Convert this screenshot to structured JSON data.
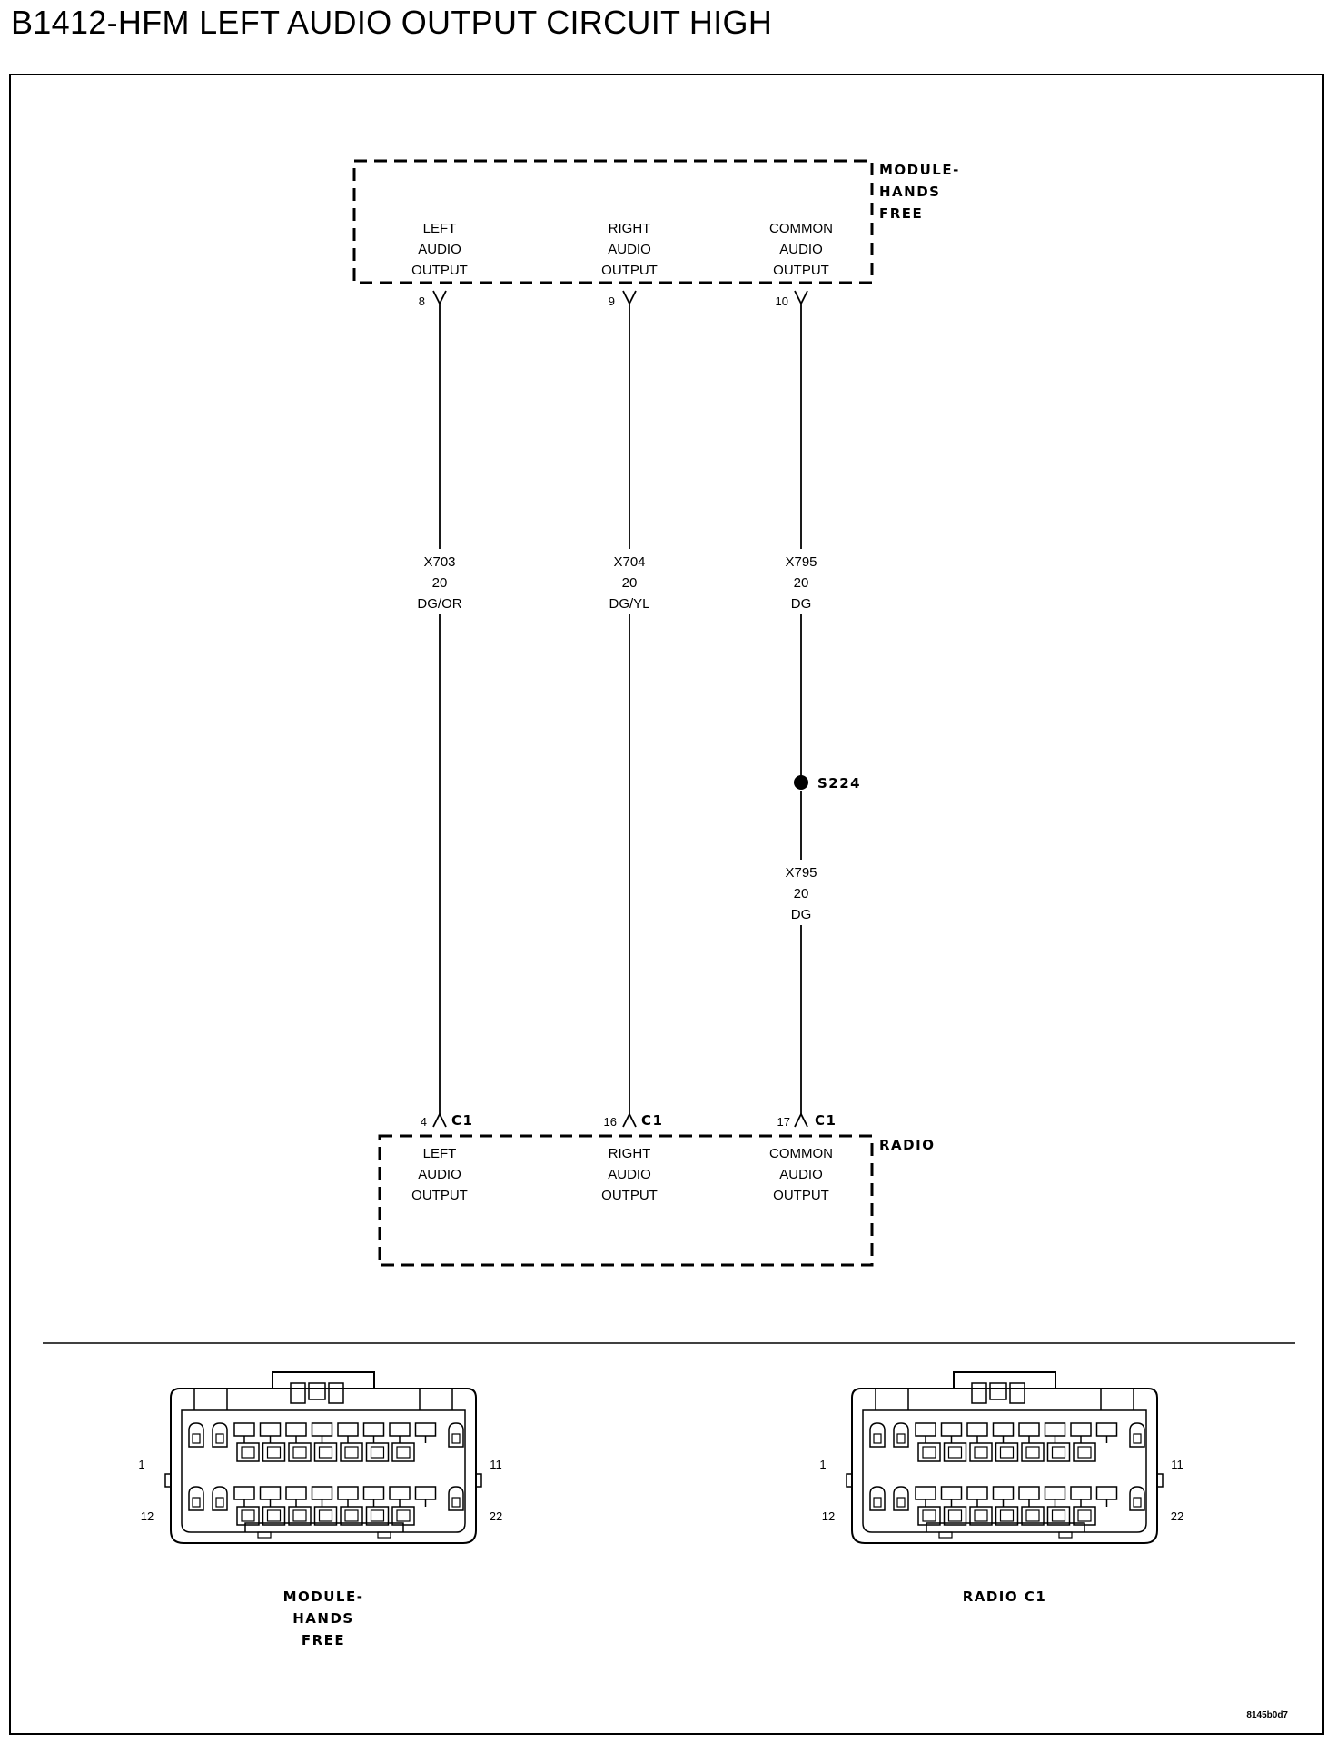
{
  "title": "B1412-HFM LEFT AUDIO OUTPUT CIRCUIT HIGH",
  "hfm_module": {
    "name_lines": [
      "MODULE-",
      "HANDS",
      "FREE"
    ],
    "outputs": [
      {
        "label_lines": [
          "LEFT",
          "AUDIO",
          "OUTPUT"
        ],
        "pin": "8"
      },
      {
        "label_lines": [
          "RIGHT",
          "AUDIO",
          "OUTPUT"
        ],
        "pin": "9"
      },
      {
        "label_lines": [
          "COMMON",
          "AUDIO",
          "OUTPUT"
        ],
        "pin": "10"
      }
    ]
  },
  "wires": [
    {
      "circuit": "X703",
      "gauge": "20",
      "color": "DG/OR"
    },
    {
      "circuit": "X704",
      "gauge": "20",
      "color": "DG/YL"
    },
    {
      "circuit": "X795",
      "gauge": "20",
      "color": "DG"
    }
  ],
  "splice": {
    "name": "S224",
    "wire_below": {
      "circuit": "X795",
      "gauge": "20",
      "color": "DG"
    }
  },
  "radio": {
    "name": "RADIO",
    "connector": "C1",
    "inputs": [
      {
        "label_lines": [
          "LEFT",
          "AUDIO",
          "OUTPUT"
        ],
        "pin": "4"
      },
      {
        "label_lines": [
          "RIGHT",
          "AUDIO",
          "OUTPUT"
        ],
        "pin": "16"
      },
      {
        "label_lines": [
          "COMMON",
          "AUDIO",
          "OUTPUT"
        ],
        "pin": "17"
      }
    ]
  },
  "connector_views": [
    {
      "caption_lines": [
        "MODULE-",
        "HANDS",
        "FREE"
      ],
      "pin_labels": {
        "top_left": "1",
        "top_right": "11",
        "bottom_left": "12",
        "bottom_right": "22"
      }
    },
    {
      "caption_lines": [
        "RADIO C1"
      ],
      "pin_labels": {
        "top_left": "1",
        "top_right": "11",
        "bottom_left": "12",
        "bottom_right": "22"
      }
    }
  ],
  "figure_code": "8145b0d7"
}
